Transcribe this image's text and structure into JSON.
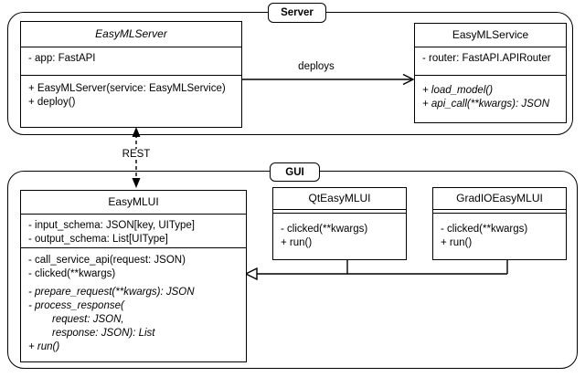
{
  "server_package": {
    "label": "Server",
    "easymlserver": {
      "title": "EasyMLServer",
      "attributes": [
        "- app: FastAPI"
      ],
      "methods": [
        "+ EasyMLServer(service: EasyMLService)",
        "+ deploy()"
      ]
    },
    "easymlservice": {
      "title": "EasyMLService",
      "attributes": [
        "- router: FastAPI.APIRouter"
      ],
      "methods": [
        "+ load_model()",
        "+ api_call(**kwargs): JSON"
      ]
    }
  },
  "gui_package": {
    "label": "GUI",
    "easymlui": {
      "title": "EasyMLUI",
      "attributes": [
        "- input_schema: JSON[key, UIType]",
        "- output_schema: List[UIType]"
      ],
      "methods": [
        "- call_service_api(request: JSON)",
        "- clicked(**kwargs)",
        "- prepare_request(**kwargs): JSON",
        "- process_response(",
        "request: JSON,",
        "response: JSON): List",
        "+ run()"
      ]
    },
    "qteasymlui": {
      "title": "QtEasyMLUI",
      "methods": [
        "- clicked(**kwargs)",
        "+ run()"
      ]
    },
    "gradioeasymlui": {
      "title": "GradIOEasyMLUI",
      "methods": [
        "- clicked(**kwargs)",
        "+ run()"
      ]
    }
  },
  "relations": {
    "deploys_label": "deploys",
    "rest_label": "REST"
  },
  "colors": {
    "line": "#000000",
    "background": "#ffffff"
  }
}
